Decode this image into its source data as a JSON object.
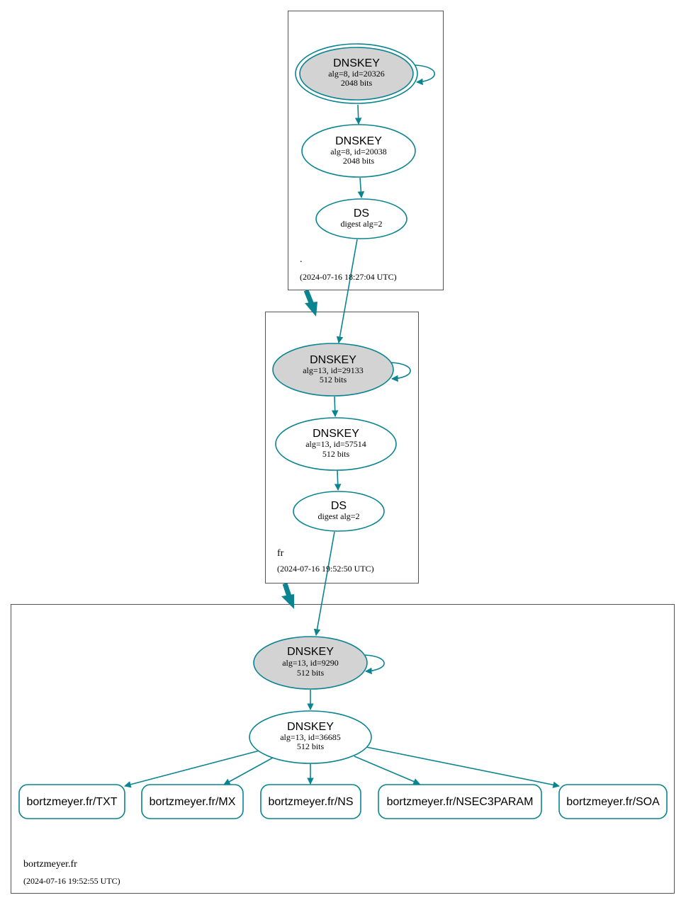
{
  "colors": {
    "edge": "#0a8491",
    "node_stroke": "#0a8491",
    "ksk_fill": "#d3d3d3",
    "zone_border": "#555555",
    "text": "#000000"
  },
  "zones": {
    "root": {
      "name": ".",
      "timestamp": "(2024-07-16 18:27:04 UTC)",
      "ksk": {
        "title": "DNSKEY",
        "line1": "alg=8, id=20326",
        "line2": "2048 bits"
      },
      "zsk": {
        "title": "DNSKEY",
        "line1": "alg=8, id=20038",
        "line2": "2048 bits"
      },
      "ds": {
        "title": "DS",
        "line1": "digest alg=2"
      }
    },
    "fr": {
      "name": "fr",
      "timestamp": "(2024-07-16 19:52:50 UTC)",
      "ksk": {
        "title": "DNSKEY",
        "line1": "alg=13, id=29133",
        "line2": "512 bits"
      },
      "zsk": {
        "title": "DNSKEY",
        "line1": "alg=13, id=57514",
        "line2": "512 bits"
      },
      "ds": {
        "title": "DS",
        "line1": "digest alg=2"
      }
    },
    "bortzmeyer": {
      "name": "bortzmeyer.fr",
      "timestamp": "(2024-07-16 19:52:55 UTC)",
      "ksk": {
        "title": "DNSKEY",
        "line1": "alg=13, id=9290",
        "line2": "512 bits"
      },
      "zsk": {
        "title": "DNSKEY",
        "line1": "alg=13, id=36685",
        "line2": "512 bits"
      },
      "rrsets": [
        "bortzmeyer.fr/TXT",
        "bortzmeyer.fr/MX",
        "bortzmeyer.fr/NS",
        "bortzmeyer.fr/NSEC3PARAM",
        "bortzmeyer.fr/SOA"
      ]
    }
  }
}
